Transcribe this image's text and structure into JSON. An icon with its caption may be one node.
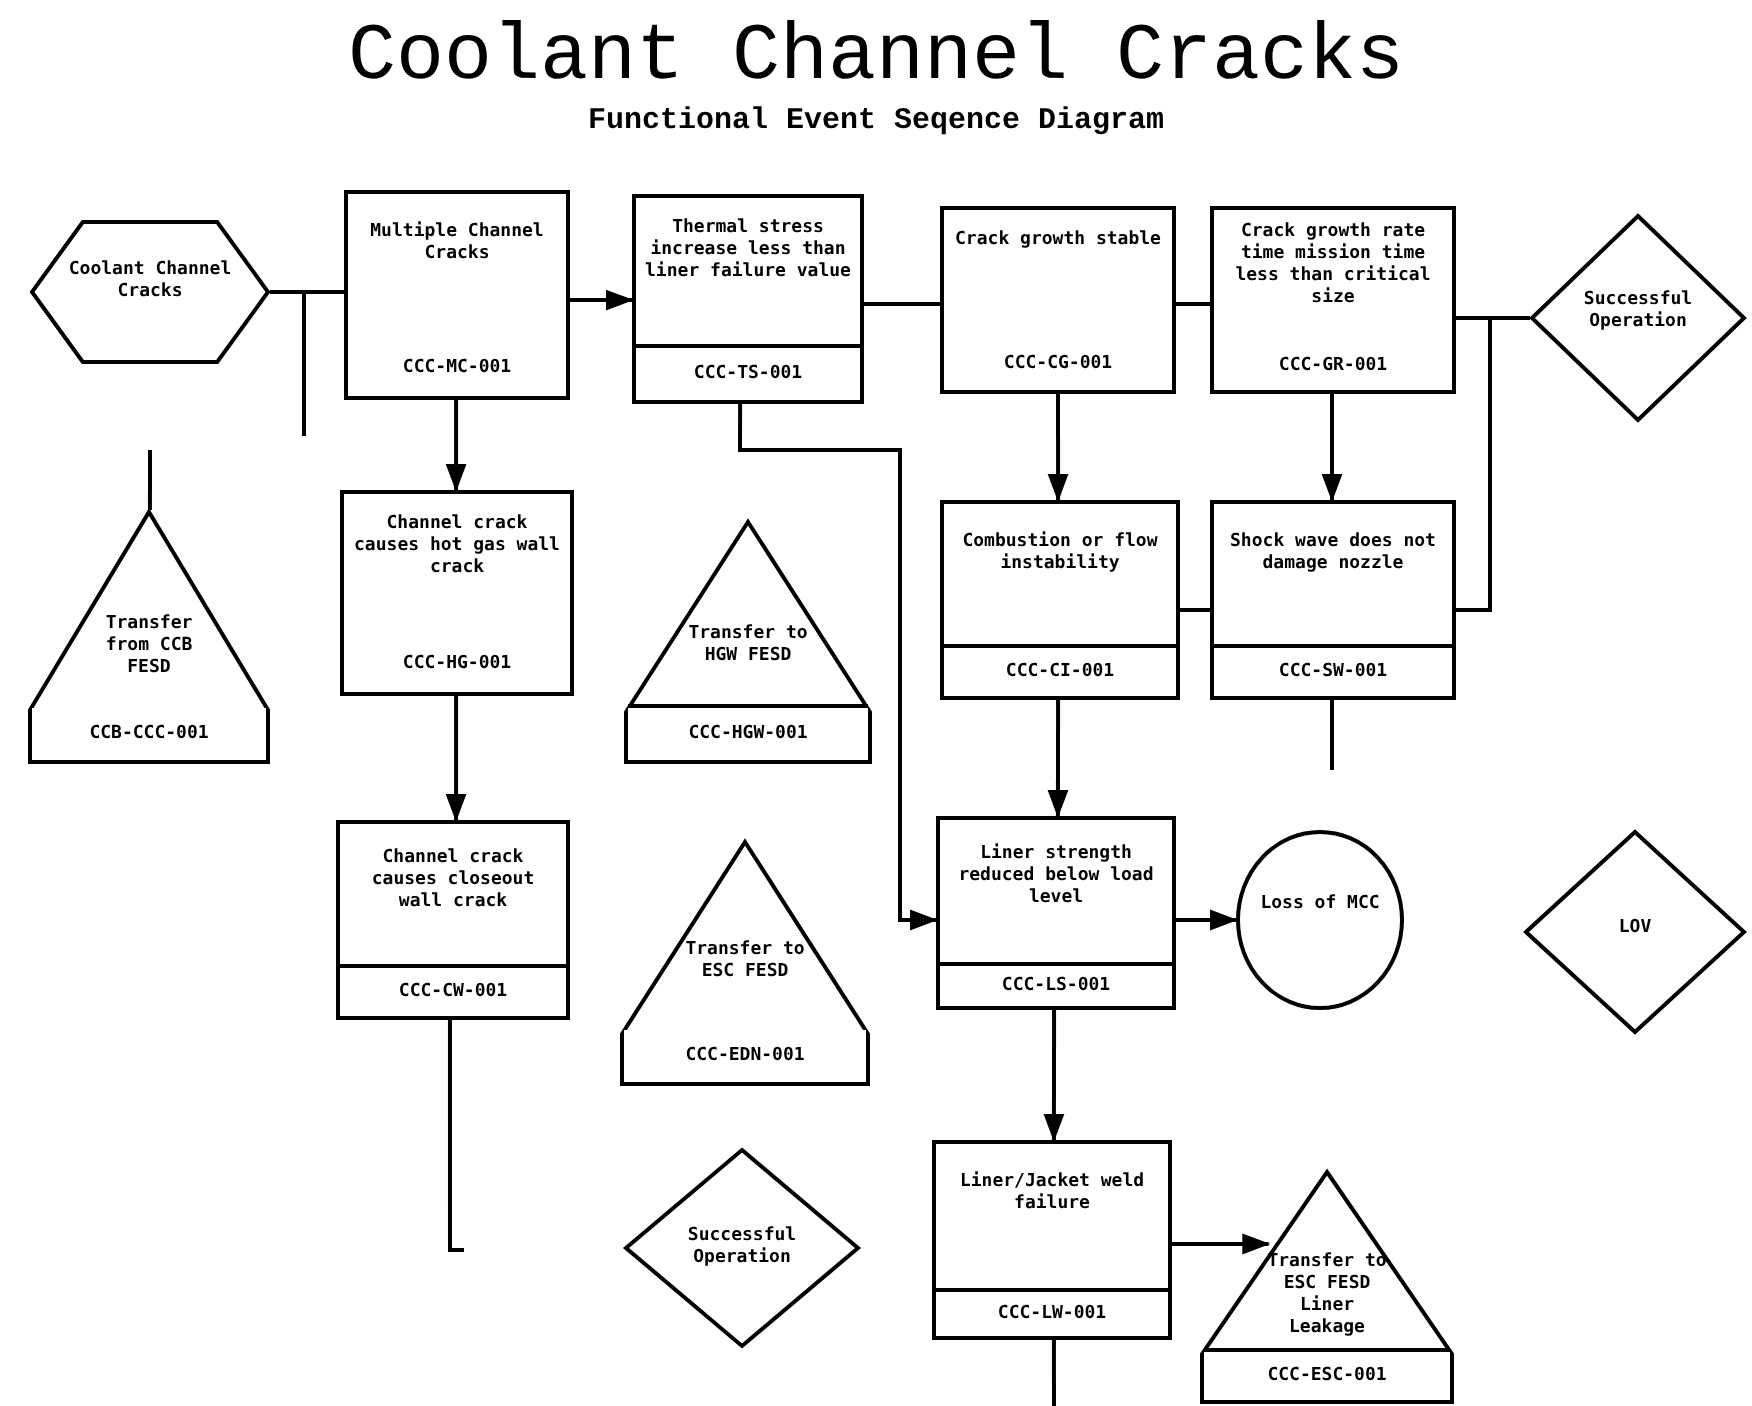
{
  "diagram": {
    "title": "Coolant Channel Cracks",
    "caption": "Functional Event Seqence Diagram",
    "nodes": [
      {
        "text": [
          "Coolant Channel Cracks"
        ]
      },
      {
        "text": [
          "Multiple Channel Cracks",
          "CCC-MC-001"
        ]
      },
      {
        "text": [
          "Thermal stress increase less than liner failure value",
          "CCC-TS-001"
        ]
      },
      {
        "text": [
          "Crack growth stable",
          "CCC-CG-001"
        ]
      },
      {
        "text": [
          "Crack growth rate time mission time less than critical size",
          "CCC-GR-001"
        ]
      },
      {
        "text": [
          "Successful Operation"
        ]
      },
      {
        "text": [
          "Transfer from CCB FESD",
          "CCB-CCC-001"
        ]
      },
      {
        "text": [
          "Channel crack causes hot gas wall crack",
          "CCC-HG-001"
        ]
      },
      {
        "text": [
          "Transfer to HGW FESD",
          "CCC-HGW-001"
        ]
      },
      {
        "text": [
          "Combustion or flow instability",
          "CCC-CI-001"
        ]
      },
      {
        "text": [
          "Shock wave does not damage nozzle",
          "CCC-SW-001"
        ]
      },
      {
        "text": [
          "Channel crack causes closeout wall crack",
          "CCC-CW-001"
        ]
      },
      {
        "text": [
          "Transfer to ESC FESD",
          "CCC-EDN-001"
        ]
      },
      {
        "text": [
          "Liner strength reduced below load level",
          "CCC-LS-001"
        ]
      },
      {
        "text": [
          "Loss of MCC"
        ]
      },
      {
        "text": [
          "LOV"
        ]
      },
      {
        "text": [
          "Successful Operation"
        ]
      },
      {
        "text": [
          "Liner/Jacket weld failure",
          "CCC-LW-001"
        ]
      },
      {
        "text": [
          "Transfer to ESC FESD Liner Leakage",
          "CCC-ESC-001"
        ]
      }
    ],
    "edges": [
      {
        "from": 0,
        "to": 1,
        "arrow": "none"
      },
      {
        "from": 1,
        "to": 2,
        "arrow": "to"
      },
      {
        "from": 2,
        "to": 3,
        "arrow": "none"
      },
      {
        "from": 3,
        "to": 4,
        "arrow": "none"
      },
      {
        "from": 4,
        "to": 5,
        "arrow": "none"
      },
      {
        "from": 10,
        "to": 5,
        "arrow": "none"
      },
      {
        "from": 1,
        "to": 7,
        "arrow": "to"
      },
      {
        "from": 7,
        "to": 11,
        "arrow": "to"
      },
      {
        "from": 3,
        "to": 9,
        "arrow": "to"
      },
      {
        "from": 4,
        "to": 10,
        "arrow": "to"
      },
      {
        "from": 9,
        "to": 10,
        "arrow": "none"
      },
      {
        "from": 2,
        "to": 13,
        "arrow": "to"
      },
      {
        "from": 9,
        "to": 13,
        "arrow": "to"
      },
      {
        "from": 13,
        "to": 14,
        "arrow": "to"
      },
      {
        "from": 13,
        "to": 17,
        "arrow": "to"
      },
      {
        "from": 17,
        "to": 18,
        "arrow": "to"
      },
      {
        "from": null,
        "to": 6,
        "arrow": "none"
      },
      {
        "from": 11,
        "to": null,
        "arrow": "none"
      },
      {
        "from": 10,
        "to": null,
        "arrow": "none"
      },
      {
        "from": 17,
        "to": null,
        "arrow": "none"
      },
      {
        "from": 0,
        "to": null,
        "arrow": "none"
      }
    ]
  }
}
